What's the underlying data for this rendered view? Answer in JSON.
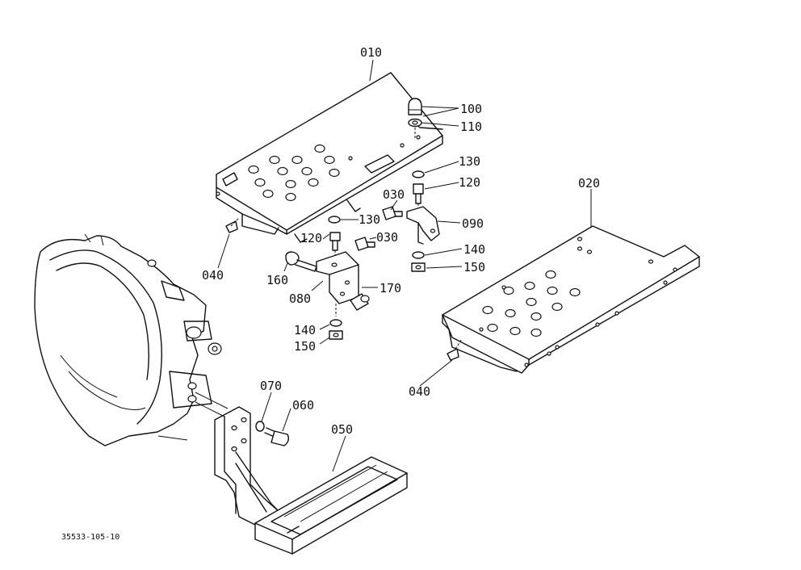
{
  "diagram": {
    "reference_code": "35533-105-10",
    "callouts": [
      {
        "id": "010",
        "text": "010"
      },
      {
        "id": "100",
        "text": "100"
      },
      {
        "id": "110",
        "text": "110"
      },
      {
        "id": "130a",
        "text": "130"
      },
      {
        "id": "120a",
        "text": "120"
      },
      {
        "id": "030a",
        "text": "030"
      },
      {
        "id": "090",
        "text": "090"
      },
      {
        "id": "130b",
        "text": "130"
      },
      {
        "id": "120b",
        "text": "120"
      },
      {
        "id": "030b",
        "text": "030"
      },
      {
        "id": "140a",
        "text": "140"
      },
      {
        "id": "150a",
        "text": "150"
      },
      {
        "id": "020",
        "text": "020"
      },
      {
        "id": "040a",
        "text": "040"
      },
      {
        "id": "160",
        "text": "160"
      },
      {
        "id": "170",
        "text": "170"
      },
      {
        "id": "080",
        "text": "080"
      },
      {
        "id": "140b",
        "text": "140"
      },
      {
        "id": "150b",
        "text": "150"
      },
      {
        "id": "040b",
        "text": "040"
      },
      {
        "id": "070",
        "text": "070"
      },
      {
        "id": "060",
        "text": "060"
      },
      {
        "id": "050",
        "text": "050"
      }
    ]
  }
}
